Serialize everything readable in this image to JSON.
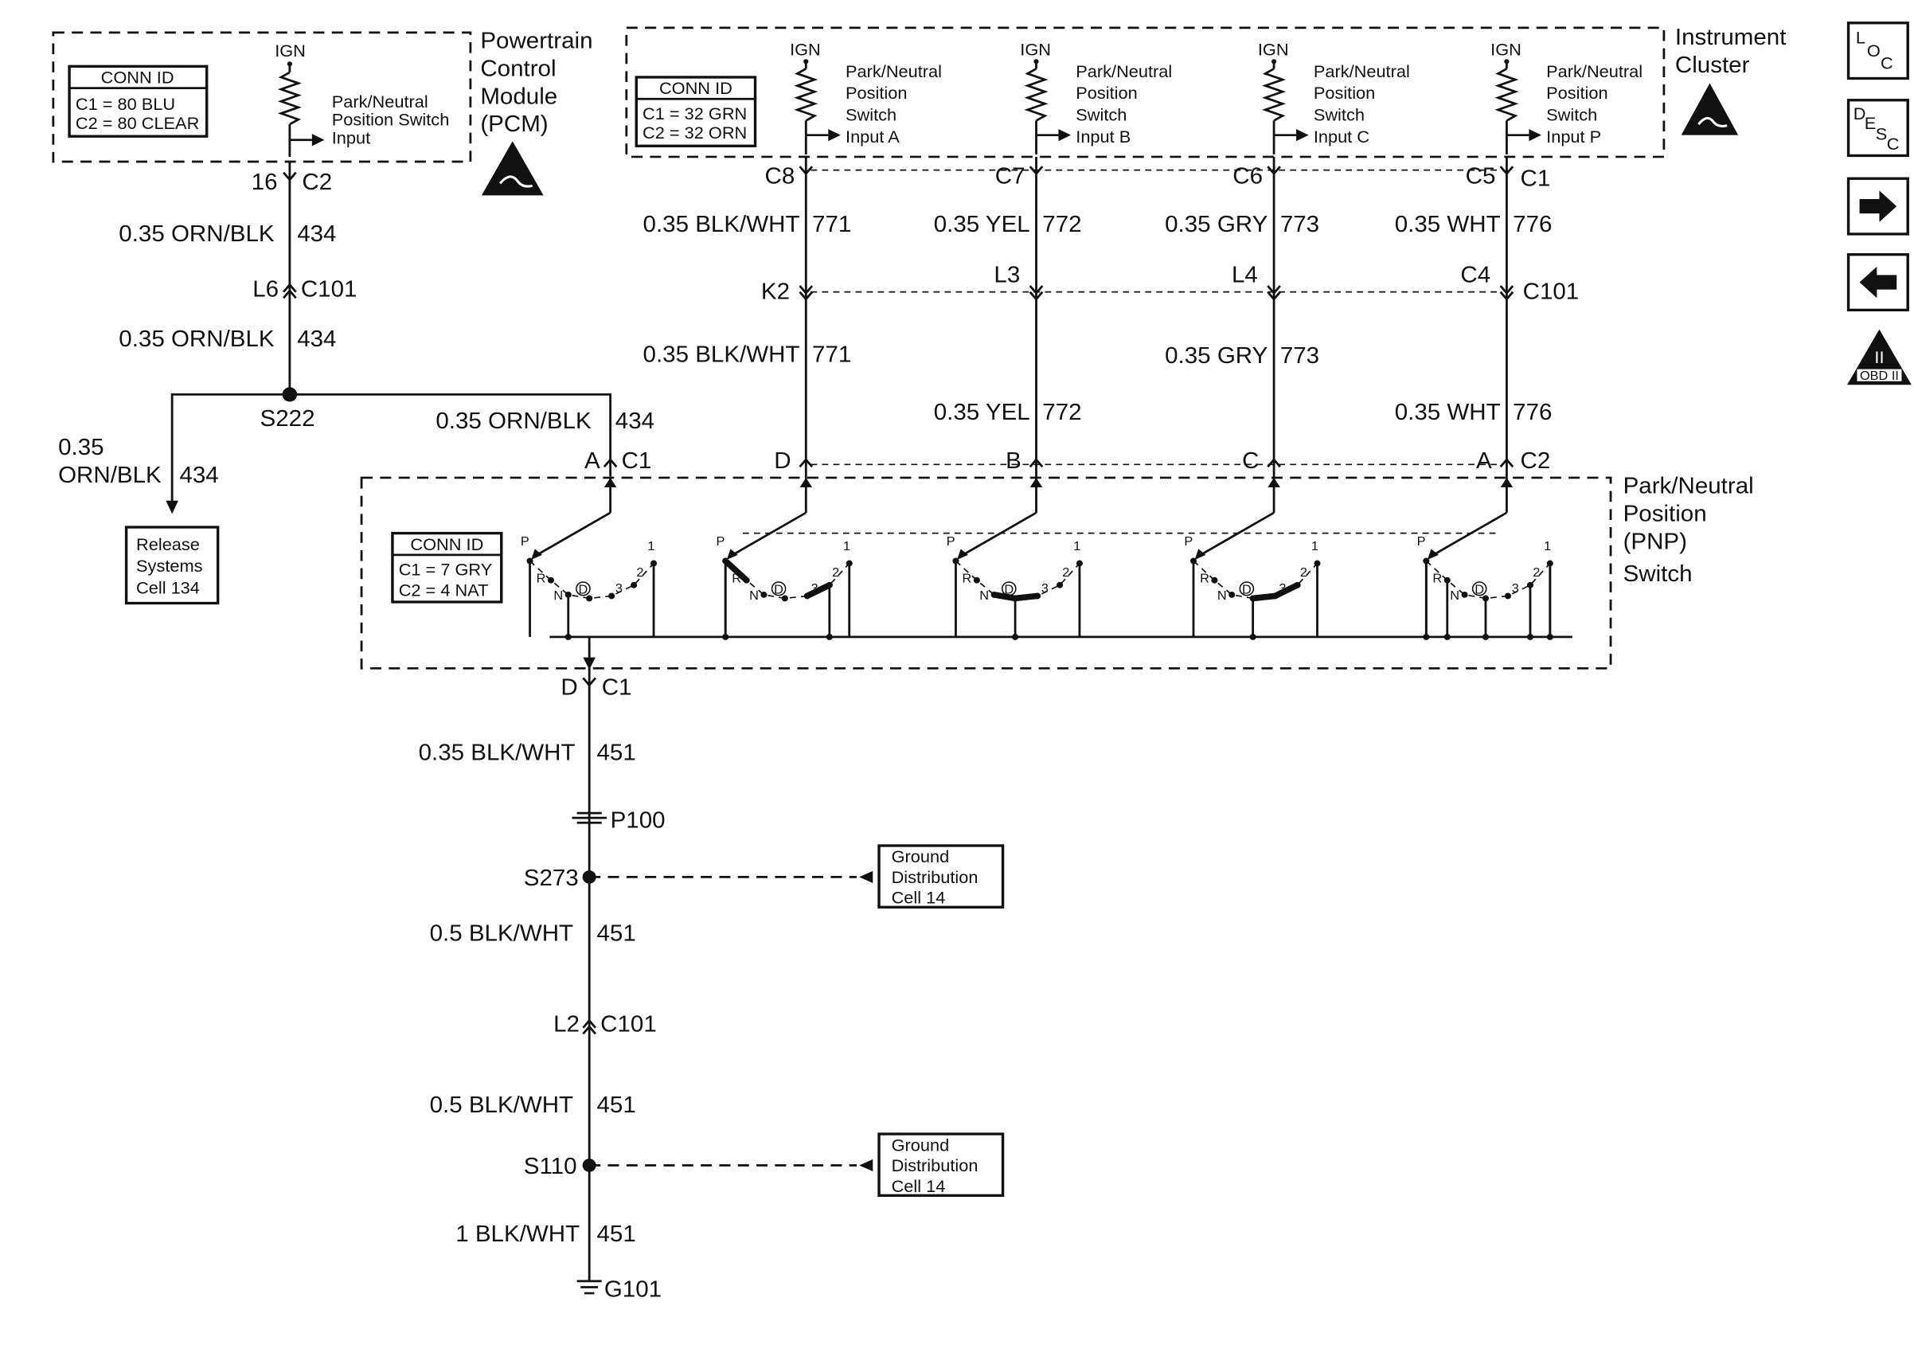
{
  "pcm": {
    "title_lines": [
      "Powertrain",
      "Control",
      "Module",
      "(PCM)"
    ],
    "conn_id": {
      "title": "CONN ID",
      "lines": [
        "C1 = 80 BLU",
        "C2 = 80 CLEAR"
      ]
    },
    "ign": "IGN",
    "input_lines": [
      "Park/Neutral",
      "Position Switch",
      "Input"
    ],
    "pin": "16",
    "connector": "C2"
  },
  "cluster": {
    "title_lines": [
      "Instrument",
      "Cluster"
    ],
    "conn_id": {
      "title": "CONN ID",
      "lines": [
        "C1 = 32 GRN",
        "C2 = 32 ORN"
      ]
    },
    "inputs": [
      {
        "ign": "IGN",
        "lines": [
          "Park/Neutral",
          "Position",
          "Switch",
          "Input A"
        ],
        "pin": "C8"
      },
      {
        "ign": "IGN",
        "lines": [
          "Park/Neutral",
          "Position",
          "Switch",
          "Input B"
        ],
        "pin": "C7"
      },
      {
        "ign": "IGN",
        "lines": [
          "Park/Neutral",
          "Position",
          "Switch",
          "Input C"
        ],
        "pin": "C6"
      },
      {
        "ign": "IGN",
        "lines": [
          "Park/Neutral",
          "Position",
          "Switch",
          "Input P"
        ],
        "pin": "C5"
      }
    ],
    "connector": "C1"
  },
  "wires": {
    "pcm_top": {
      "gauge": "0.35 ORN/BLK",
      "circuit": "434"
    },
    "pcm_mid": {
      "gauge": "0.35 ORN/BLK",
      "circuit": "434"
    },
    "pcm_to_pnp": {
      "gauge": "0.35 ORN/BLK",
      "circuit": "434"
    },
    "release": {
      "gauge_lines": [
        "0.35",
        "ORN/BLK"
      ],
      "circuit": "434"
    },
    "a_top": {
      "gauge": "0.35 BLK/WHT",
      "circuit": "771"
    },
    "b_top": {
      "gauge": "0.35 YEL",
      "circuit": "772"
    },
    "c_top": {
      "gauge": "0.35 GRY",
      "circuit": "773"
    },
    "p_top": {
      "gauge": "0.35 WHT",
      "circuit": "776"
    },
    "a_bot": {
      "gauge": "0.35 BLK/WHT",
      "circuit": "771"
    },
    "b_bot": {
      "gauge": "0.35 YEL",
      "circuit": "772"
    },
    "c_bot": {
      "gauge": "0.35 GRY",
      "circuit": "773"
    },
    "p_bot": {
      "gauge": "0.35 WHT",
      "circuit": "776"
    },
    "g1": {
      "gauge": "0.35 BLK/WHT",
      "circuit": "451"
    },
    "g2": {
      "gauge": "0.5 BLK/WHT",
      "circuit": "451"
    },
    "g3": {
      "gauge": "0.5 BLK/WHT",
      "circuit": "451"
    },
    "g4": {
      "gauge": "1 BLK/WHT",
      "circuit": "451"
    }
  },
  "c101_top": {
    "pcm_pin": "L6",
    "pins": [
      "K2",
      "L3",
      "L4",
      "C4"
    ],
    "name": "C101"
  },
  "splice_s222": "S222",
  "pnp": {
    "title_lines": [
      "Park/Neutral",
      "Position",
      "(PNP)",
      "Switch"
    ],
    "conn_id": {
      "title": "CONN ID",
      "lines": [
        "C1 = 7 GRY",
        "C2 = 4 NAT"
      ]
    },
    "c1_pin": "A",
    "c1_name": "C1",
    "c2_pins": [
      "D",
      "B",
      "C",
      "A"
    ],
    "c2_name": "C2",
    "positions": [
      "P",
      "R",
      "N",
      "D",
      "3",
      "2",
      "1"
    ],
    "ground_pin": "D",
    "ground_conn": "C1"
  },
  "release_box": [
    "Release",
    "Systems",
    "Cell 134"
  ],
  "ground": {
    "p100": "P100",
    "s273": "S273",
    "l2": "L2",
    "c101": "C101",
    "s110": "S110",
    "g101": "G101",
    "ref_box": [
      "Ground",
      "Distribution",
      "Cell 14"
    ]
  },
  "nav_icons": [
    "loc-icon",
    "desc-icon",
    "next-arrow-icon",
    "prev-arrow-icon",
    "obd-ii-icon"
  ],
  "icon_text": {
    "loc": [
      "L",
      "O",
      "C"
    ],
    "desc": [
      "D",
      "E",
      "S",
      "C"
    ],
    "obd": [
      "II",
      "OBD II"
    ]
  }
}
